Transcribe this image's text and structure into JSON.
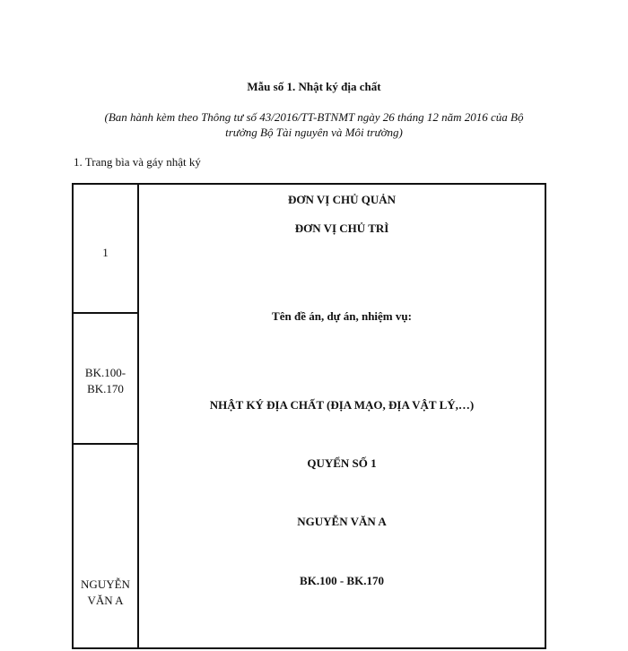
{
  "document": {
    "title": "Mẫu số 1. Nhật ký địa chất",
    "subtitle_line1": "(Ban hành kèm theo Thông tư số 43/2016/TT-BTNMT ngày 26 tháng 12 năm 2016 của Bộ",
    "subtitle_line2": "trưởng Bộ Tài nguyên và Môi trường)",
    "section_heading": "1. Trang bìa và gáy nhật ký"
  },
  "spine": {
    "cell1": "1",
    "cell2_line1": "BK.100-",
    "cell2_line2": "BK.170",
    "cell3_line1": "NGUYỄN",
    "cell3_line2": "VĂN A"
  },
  "cover": {
    "governing_unit": "ĐƠN VỊ CHỦ QUẢN",
    "presiding_unit": "ĐƠN VỊ CHỦ TRÌ",
    "project_name_label": "Tên đề án, dự án, nhiệm vụ:",
    "journal_title": "NHẬT KÝ ĐỊA CHẤT (ĐỊA MẠO, ĐỊA VẬT LÝ,…)",
    "volume": "QUYỂN SỐ 1",
    "author": "NGUYỄN VĂN A",
    "range": "BK.100 - BK.170"
  }
}
